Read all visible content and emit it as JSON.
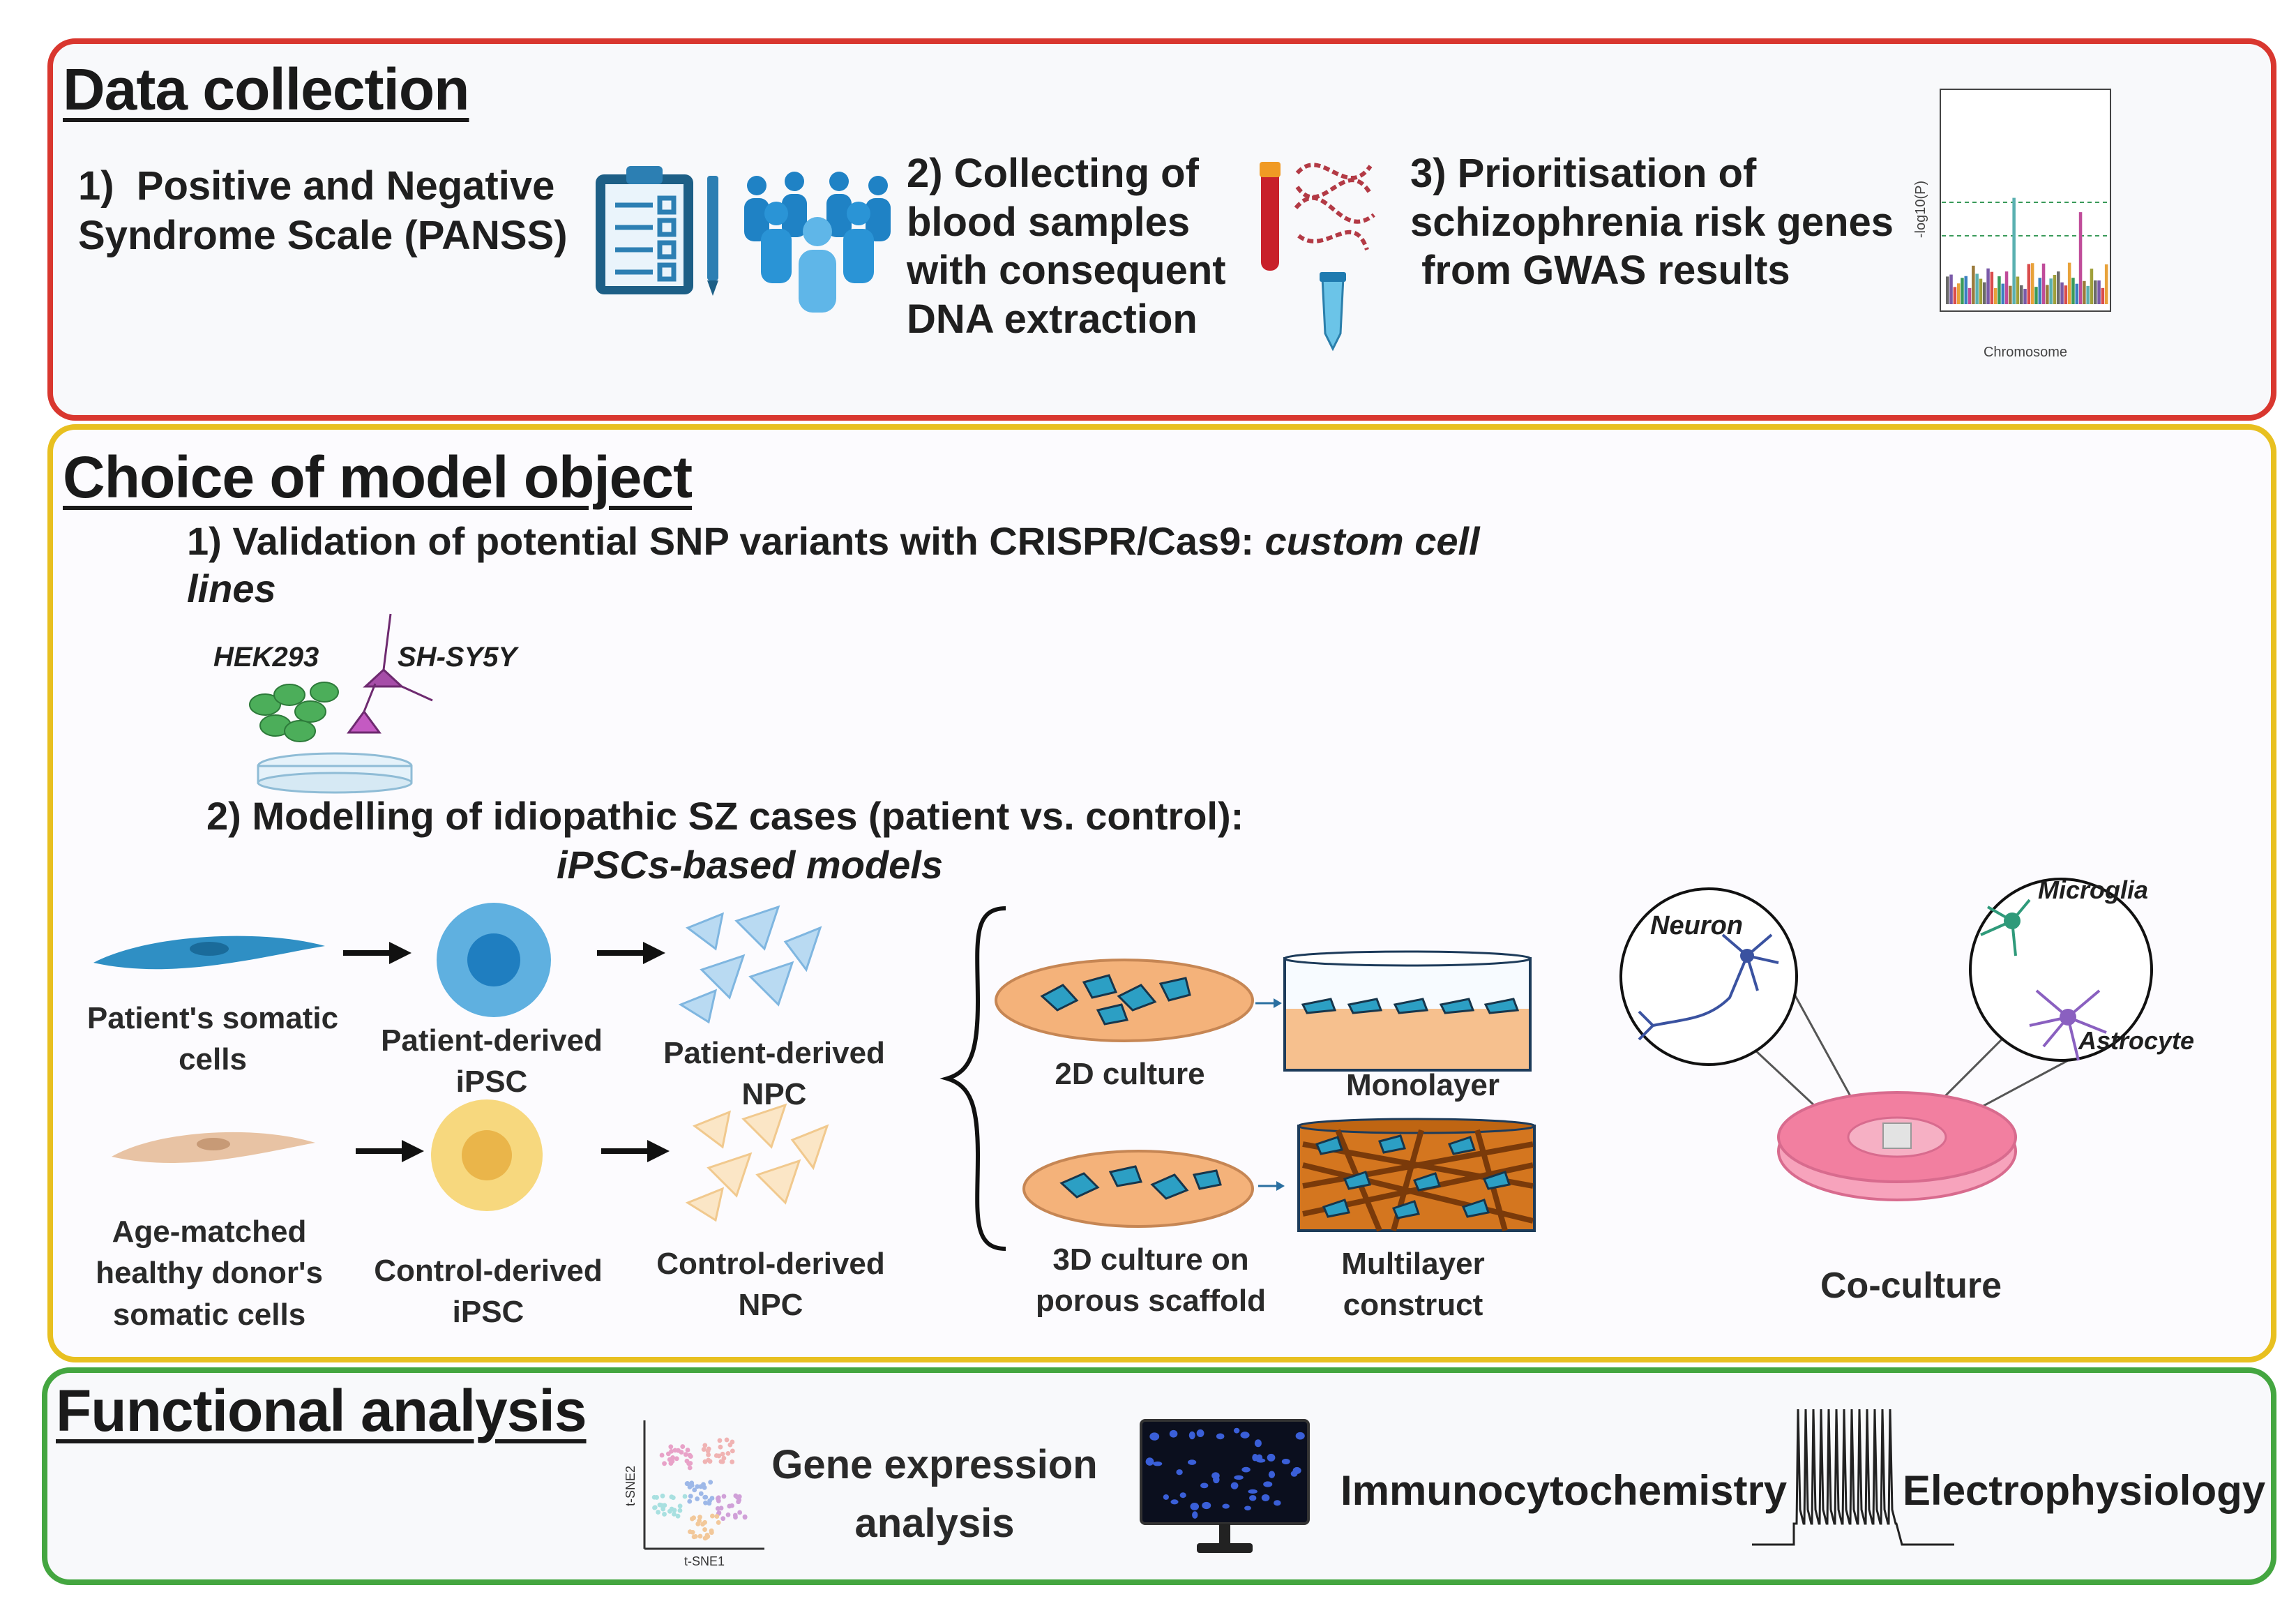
{
  "sections": {
    "data_collection": {
      "title": "Data collection",
      "step1": "1)  Positive and Negative\nSyndrome Scale (PANSS)",
      "step2": "2) Collecting of\nblood samples\nwith consequent\nDNA extraction",
      "step3": "3) Prioritisation of\nschizophrenia risk genes\n from GWAS results",
      "gwas_plot": {
        "ylabel": "-log10(P)",
        "xlabel": "Chromosome"
      }
    },
    "model": {
      "title": "Choice of model object",
      "sub1_prefix": "1) Validation of potential SNP variants with CRISPR/Cas9: ",
      "sub1_italic": "custom cell",
      "sub1_line2": "lines",
      "cell_line_1": "HEK293",
      "cell_line_2": "SH-SY5Y",
      "sub2": "2) Modelling of idiopathic SZ cases (patient vs. control):",
      "sub2_italic": "iPSCs-based models",
      "patient_somatic": "Patient's somatic\ncells",
      "patient_ipsc": "Patient-derived\niPSC",
      "patient_npc": "Patient-derived\nNPC",
      "control_somatic": "Age-matched\nhealthy donor's\nsomatic cells",
      "control_ipsc": "Control-derived\niPSC",
      "control_npc": "Control-derived\nNPC",
      "culture_2d": "2D culture",
      "monolayer": "Monolayer",
      "culture_3d": "3D culture on\nporous scaffold",
      "multilayer": "Multilayer\nconstruct",
      "neuron": "Neuron",
      "microglia": "Microglia",
      "astrocyte": "Astrocyte",
      "coculture": "Co-culture"
    },
    "functional": {
      "title": "Functional analysis",
      "gene_expression": "Gene expression\nanalysis",
      "tsne_x": "t-SNE1",
      "tsne_y": "t-SNE2",
      "immuno": "Immunocytochemistry",
      "electro": "Electrophysiology"
    }
  },
  "colors": {
    "data_border": "#d9372f",
    "model_border": "#e8c020",
    "func_border": "#44a640",
    "patient_blue": "#2f8fc4",
    "control_yellow": "#f5cf6a",
    "dish_orange": "#f4b27a",
    "coculture_pink": "#f27fa0"
  }
}
